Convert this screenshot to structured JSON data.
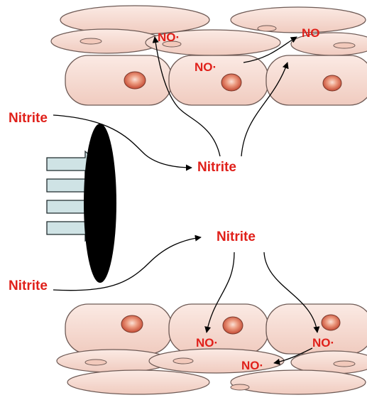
{
  "labels": {
    "nitrite_left_top": "Nitrite",
    "nitrite_left_bottom": "Nitrite",
    "nitrite_center_upper": "Nitrite",
    "nitrite_center_lower": "Nitrite",
    "no_top_1": "NO·",
    "no_top_2": "NO",
    "no_top_3": "NO·",
    "no_bottom_1": "NO·",
    "no_bottom_2": "NO·",
    "no_bottom_3": "NO·"
  },
  "colors": {
    "label_red": "#e0201a",
    "cell_fill": "#f5d9d0",
    "cell_stroke": "#6e5a55",
    "nucleus_red": "#d9684f",
    "arrow_block_fill": "#cfe3e5",
    "lens_black": "#000000"
  }
}
